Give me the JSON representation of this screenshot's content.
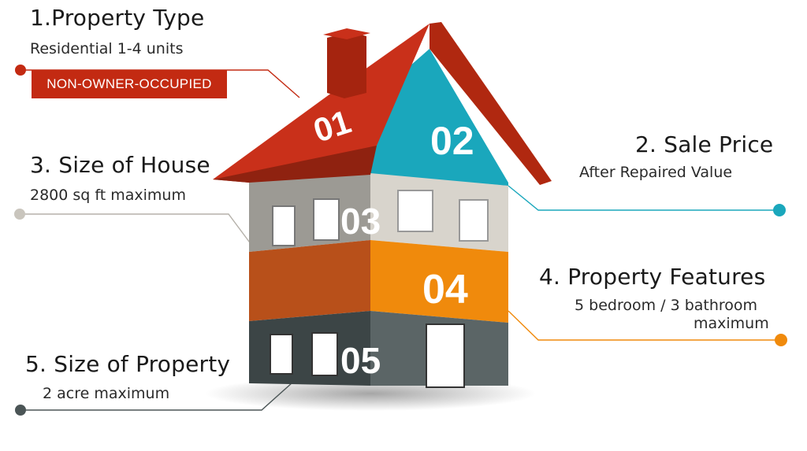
{
  "items": [
    {
      "title": "1.Property Type",
      "subtitle": "Residential 1-4 units",
      "badge": "NON-OWNER-OCCUPIED",
      "number": "01",
      "color": "#c32a12"
    },
    {
      "title": "2. Sale Price",
      "subtitle": "After Repaired Value",
      "number": "02",
      "color": "#1aa7bc"
    },
    {
      "title": "3. Size of House",
      "subtitle": "2800 sq ft maximum",
      "number": "03",
      "color": "#c9c5bd"
    },
    {
      "title": "4. Property Features",
      "subtitle_line1": "5 bedroom / 3 bathroom",
      "subtitle_line2": "maximum",
      "number": "04",
      "color": "#f08a0c"
    },
    {
      "title": "5. Size of Property",
      "subtitle": "2 acre maximum",
      "number": "05",
      "color": "#4b5556"
    }
  ]
}
